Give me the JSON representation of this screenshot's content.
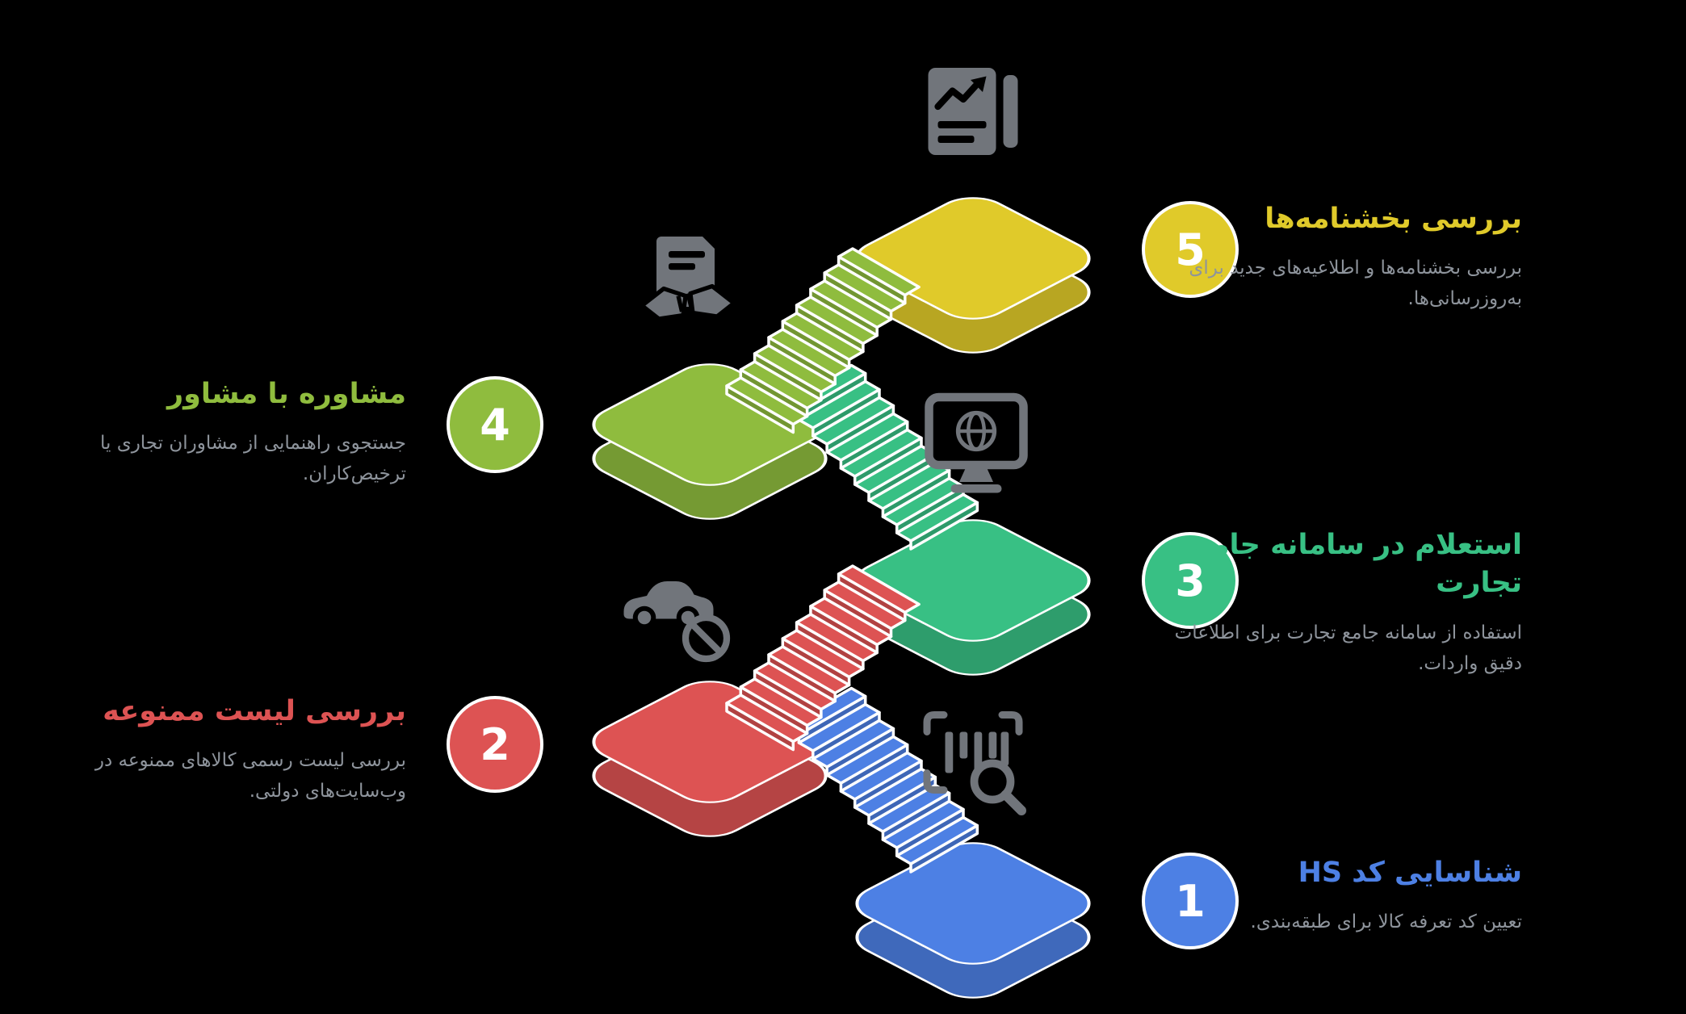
{
  "palette": {
    "background": "#000000",
    "outline": "#ffffff",
    "muted_text": "#8e949c",
    "icon_gray": "#71757b",
    "badge_text": "#ffffff"
  },
  "steps": [
    {
      "number": "1",
      "title": "شناسایی کد HS",
      "description": "تعیین کد تعرفه کالا برای طبقه‌بندی.",
      "color": "#4d80e4",
      "icon": "barcode-search-icon"
    },
    {
      "number": "2",
      "title": "بررسی لیست ممنوعه",
      "description": "بررسی لیست رسمی کالاهای ممنوعه در وب‌سایت‌های دولتی.",
      "color": "#dd5353",
      "icon": "banned-vehicle-icon"
    },
    {
      "number": "3",
      "title": "استعلام در سامانه جامع تجارت",
      "description": "استفاده از سامانه جامع تجارت برای اطلاعات دقیق واردات.",
      "color": "#38c084",
      "icon": "globe-monitor-icon"
    },
    {
      "number": "4",
      "title": "مشاوره با مشاور",
      "description": "جستجوی راهنمایی از مشاوران تجاری یا ترخیص‌کاران.",
      "color": "#8fbc3e",
      "icon": "contract-handshake-icon"
    },
    {
      "number": "5",
      "title": "بررسی بخشنامه‌ها",
      "description": "بررسی بخشنامه‌ها و اطلاعیه‌های جدید برای به‌روزرسانی‌ها.",
      "color": "#e0ca2a",
      "icon": "news-circulars-icon"
    }
  ]
}
